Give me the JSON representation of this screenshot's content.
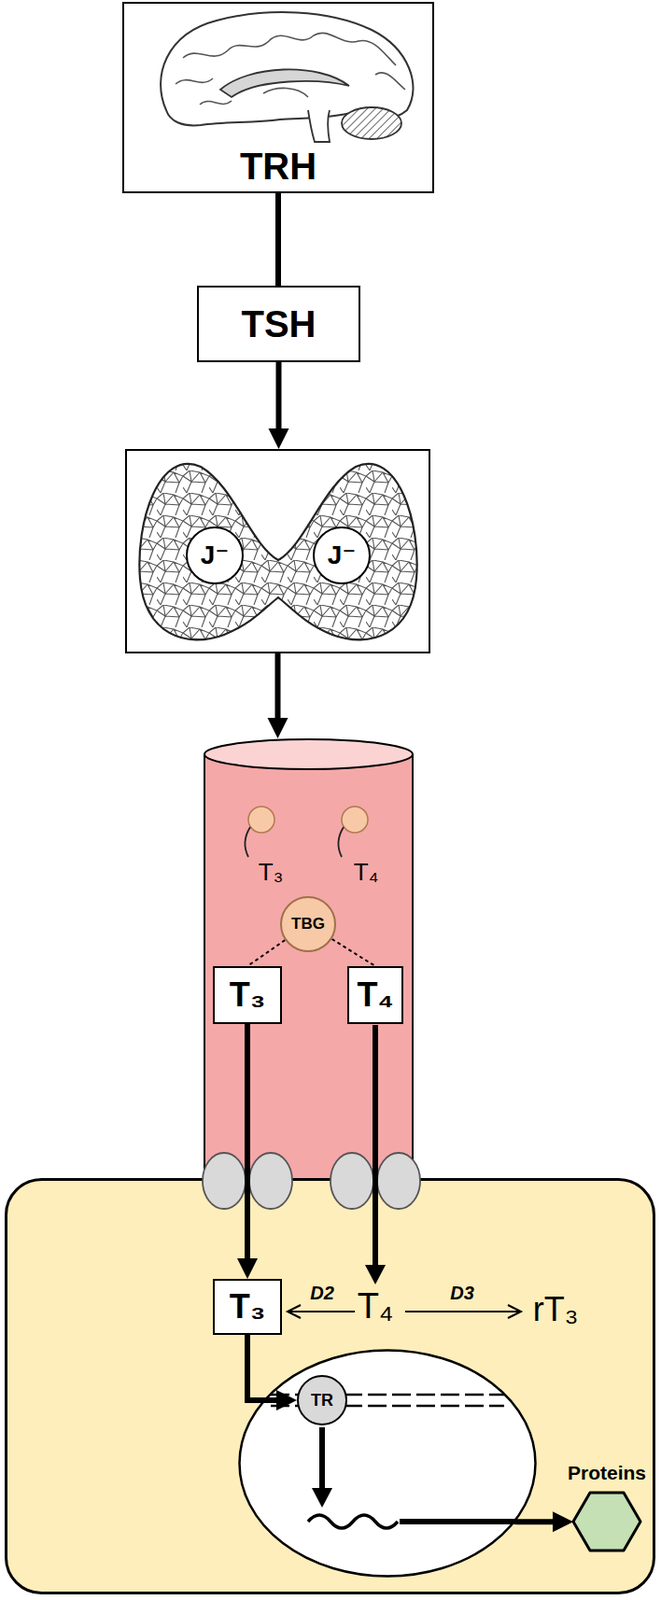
{
  "diagram": {
    "nodes": [
      {
        "text": [
          "TRH"
        ]
      },
      {
        "text": [
          "TSH"
        ]
      },
      {
        "text": []
      },
      {
        "text": [
          "J⁻"
        ],
        "in": 2
      },
      {
        "text": [
          "J⁻"
        ],
        "in": 2
      },
      {
        "text": []
      },
      {
        "text": [
          "TBG"
        ],
        "in": 5
      },
      {
        "text": [
          "T₃"
        ],
        "in": 5
      },
      {
        "text": [
          "T₄"
        ],
        "in": 5
      },
      {
        "text": []
      },
      {
        "text": [
          "T₃"
        ],
        "in": 9
      },
      {
        "text": [],
        "in": 9
      },
      {
        "text": [
          "TR"
        ],
        "in": 11
      },
      {
        "text": [
          "Proteins"
        ],
        "in": 9
      }
    ],
    "edges": [
      {
        "from": 0,
        "to": 1,
        "arrow": "none"
      },
      {
        "from": 1,
        "to": 2,
        "arrow": "to"
      },
      {
        "from": 2,
        "to": 5,
        "arrow": "to"
      },
      {
        "from": 6,
        "to": 7,
        "arrow": "none"
      },
      {
        "from": 6,
        "to": 8,
        "arrow": "none"
      },
      {
        "from": 7,
        "to": 10,
        "arrow": "to"
      },
      {
        "from": 10,
        "to": 12,
        "arrow": "to"
      },
      {
        "from": 11,
        "to": 13,
        "arrow": "to"
      }
    ],
    "labels": [
      "T₃",
      "T₄",
      "T₄",
      "D2",
      "D3",
      "rT₃"
    ]
  }
}
